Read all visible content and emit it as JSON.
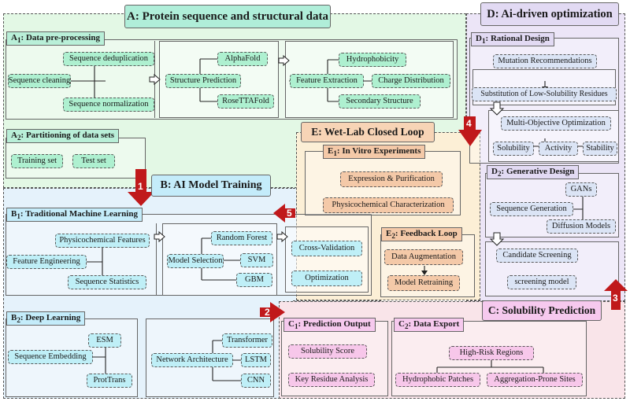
{
  "colors": {
    "green": "#aef0d0",
    "cyan": "#bfeff7",
    "orange": "#f4c9a8",
    "pink": "#f7c7ea",
    "lavender": "#dbe4f5",
    "arrow_red": "#c0191b"
  },
  "A": {
    "title": "A: Protein sequence and structural data",
    "a1": {
      "title": "A",
      "sub": "1",
      "title_rest": ": Data pre-processing",
      "dedup": "Sequence deduplication",
      "cleaning": "Sequence cleaning",
      "normalization": "Sequence normalization",
      "structure_prediction": "Structure Prediction",
      "alphafold": "AlphaFold",
      "rosettafold": "RoseTTAFold",
      "feature_extraction": "Feature Extraction",
      "hydrophobicity": "Hydrophobicity",
      "charge": "Charge Distribution",
      "secondary": "Secondary Structure"
    },
    "a2": {
      "title": "A",
      "sub": "2",
      "title_rest": ": Partitioning of data sets",
      "training": "Training set",
      "test": "Test set"
    }
  },
  "B": {
    "title": "B: AI Model Training",
    "b1": {
      "title": "B",
      "sub": "1",
      "title_rest": ": Traditional Machine Learning",
      "physchem": "Physicochemical Features",
      "feature_eng": "Feature Engineering",
      "seq_stats": "Sequence Statistics",
      "model_selection": "Model Selection",
      "rf": "Random Forest",
      "svm": "SVM",
      "gbm": "GBM",
      "cv": "Cross-Validation",
      "opt": "Optimization"
    },
    "b2": {
      "title": "B",
      "sub": "2",
      "title_rest": ": Deep Learning",
      "esm": "ESM",
      "seq_embedding": "Sequence Embedding",
      "prottrans": "ProtTrans",
      "net_arch": "Network Architecture",
      "transformer": "Transformer",
      "lstm": "LSTM",
      "cnn": "CNN"
    }
  },
  "C": {
    "title": "C: Solubility Prediction",
    "c1": {
      "title": "C",
      "sub": "1",
      "title_rest": ": Prediction Output",
      "score": "Solubility Score",
      "key_residue": "Key Residue Analysis"
    },
    "c2": {
      "title": "C",
      "sub": "2",
      "title_rest": ": Data Export",
      "high_risk": "High-Risk Regions",
      "hydrophobic": "Hydrophobic Patches",
      "aggregation": "Aggregation-Prone Sites"
    }
  },
  "D": {
    "title": "D: Ai-driven optimization",
    "d1": {
      "title": "D",
      "sub": "1",
      "title_rest": ": Rational Design",
      "mutation": "Mutation Recommendations",
      "substitution": "Substitution of Low-Solubility Residues",
      "moo": "Multi-Objective Optimization",
      "solubility": "Solubility",
      "activity": "Activity",
      "stability": "Stability"
    },
    "d2": {
      "title": "D",
      "sub": "2",
      "title_rest": ": Generative Design",
      "gans": "GANs",
      "seq_gen": "Sequence Generation",
      "diffusion": "Diffusion Models",
      "candidate": "Candidate Screening",
      "screening_model": "screening model"
    }
  },
  "E": {
    "title": "E: Wet-Lab Closed Loop",
    "e1": {
      "title": "E",
      "sub": "1",
      "title_rest": ": In Vitro Experiments",
      "expression": "Expression & Purification",
      "physchar": "Physicochemical Characterization"
    },
    "e2": {
      "title": "E",
      "sub": "2",
      "title_rest": ": Feedback Loop",
      "augmentation": "Data Augmentation",
      "retraining": "Model Retraining"
    }
  },
  "arrows": {
    "n1": "1",
    "n2": "2",
    "n3": "3",
    "n4": "4",
    "n5": "5"
  }
}
